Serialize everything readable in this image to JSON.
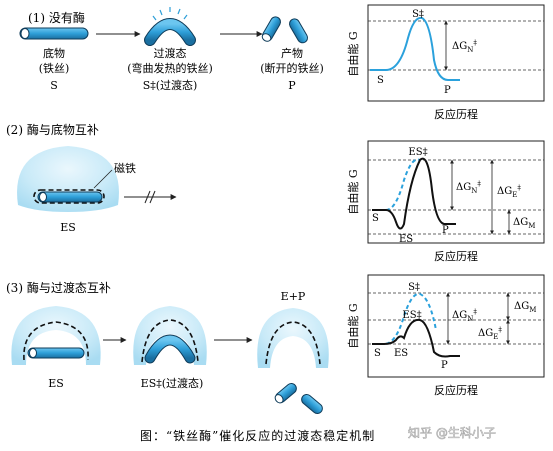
{
  "section1": {
    "heading": "(1) 没有酶",
    "substrate": {
      "label": "底物",
      "sublabel": "(铁丝)",
      "symbol": "S"
    },
    "transition": {
      "label": "过渡态",
      "sublabel": "(弯曲发热的铁丝)",
      "symbol": "S‡(过渡态)"
    },
    "product": {
      "label": "产物",
      "sublabel": "(断开的铁丝)",
      "symbol": "P"
    }
  },
  "section2": {
    "heading": "(2) 酶与底物互补",
    "magnet_label": "磁铁",
    "complex_label": "ES"
  },
  "section3": {
    "heading": "(3) 酶与过渡态互补",
    "es_label": "ES",
    "es_ts_label": "ES‡(过渡态)",
    "ep_label": "E+P"
  },
  "graph1": {
    "y_axis": "自由能 G",
    "x_axis": "反应历程",
    "labels": {
      "ts": "S‡",
      "s": "S",
      "p": "P",
      "delta": "ΔG",
      "delta_sub": "N",
      "delta_sup": "‡"
    }
  },
  "graph2": {
    "y_axis": "自由能 G",
    "x_axis": "反应历程",
    "labels": {
      "es_ts": "ES‡",
      "s": "S",
      "es": "ES",
      "p": "P",
      "dgn": "ΔG",
      "dgn_sub": "N",
      "dgn_sup": "‡",
      "dge": "ΔG",
      "dge_sub": "E",
      "dge_sup": "‡",
      "dgm": "ΔG",
      "dgm_sub": "M"
    }
  },
  "graph3": {
    "y_axis": "自由能 G",
    "x_axis": "反应历程",
    "labels": {
      "s_ts": "S‡",
      "es_ts": "ES‡",
      "s": "S",
      "es": "ES",
      "p": "P",
      "dgm": "ΔG",
      "dgm_sub": "M",
      "dgn": "ΔG",
      "dgn_sub": "N",
      "dgn_sup": "‡",
      "dge": "ΔG",
      "dge_sub": "E",
      "dge_sup": "‡"
    }
  },
  "caption": "图：“铁丝酶”催化反应的过渡态稳定机制",
  "watermark": "知乎 @生科小子",
  "colors": {
    "wire": "#2e9fd8",
    "wire_dark": "#1a5f8a",
    "enzyme": "#bfe4f5",
    "curve": "#2ba1dc"
  }
}
